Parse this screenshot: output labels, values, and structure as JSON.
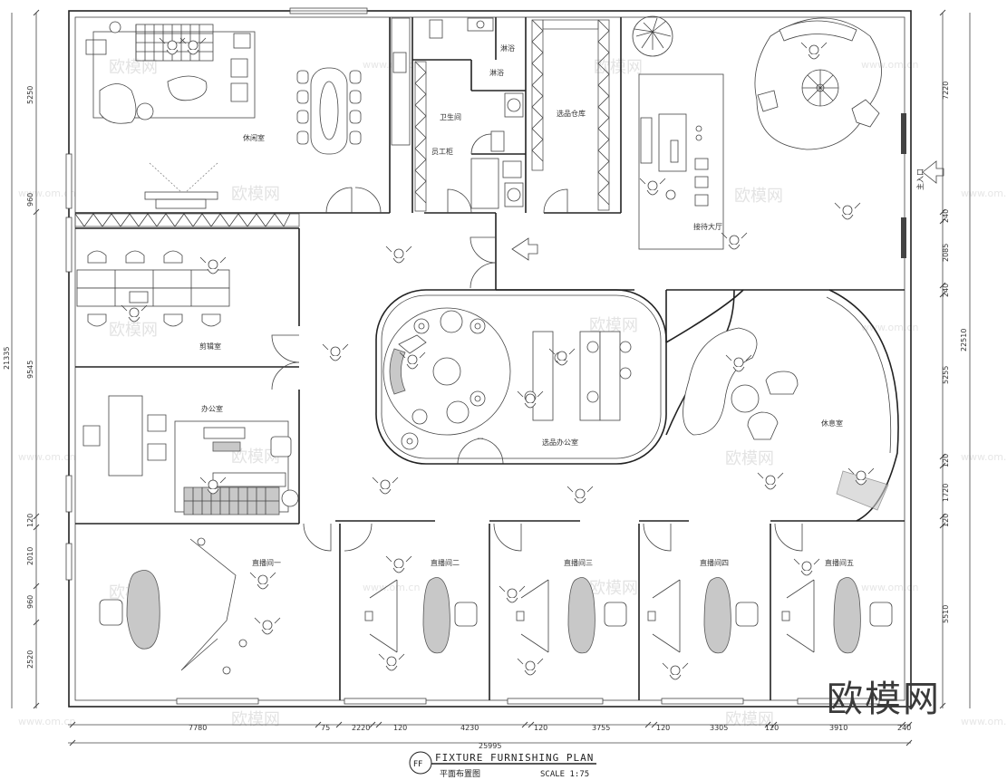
{
  "rooms": {
    "lounge": "休闲室",
    "toilet": "卫生间",
    "staff_cabinet": "员工柜",
    "shower1": "淋浴",
    "shower2": "淋浴",
    "storage": "选品仓库",
    "reception": "接待大厅",
    "entrance": "主入口",
    "editing": "剪辑室",
    "office": "办公室",
    "selection_office": "选品办公室",
    "rest": "休息室",
    "live1": "直播间一",
    "live2": "直播间二",
    "live3": "直播间三",
    "live4": "直播间四",
    "live5": "直播间五"
  },
  "dims_bottom": [
    "7780",
    "75",
    "2220",
    "120",
    "4230",
    "120",
    "3755",
    "120",
    "3305",
    "120",
    "3910",
    "240"
  ],
  "dim_total": "25995",
  "dims_left": [
    "5250",
    "960",
    "9545",
    "21335",
    "120",
    "2010",
    "960",
    "2520"
  ],
  "dims_right": [
    "7220",
    "240",
    "2085",
    "240",
    "22510",
    "5255",
    "120",
    "1720",
    "120",
    "5510"
  ],
  "title": {
    "badge": "FF",
    "main": "FIXTURE FURNISHING PLAN",
    "sub": "平面布置图",
    "scale": "SCALE 1:75"
  },
  "brand": "欧模网",
  "watermark": "欧模网",
  "watermark_url": "www.om.cn"
}
